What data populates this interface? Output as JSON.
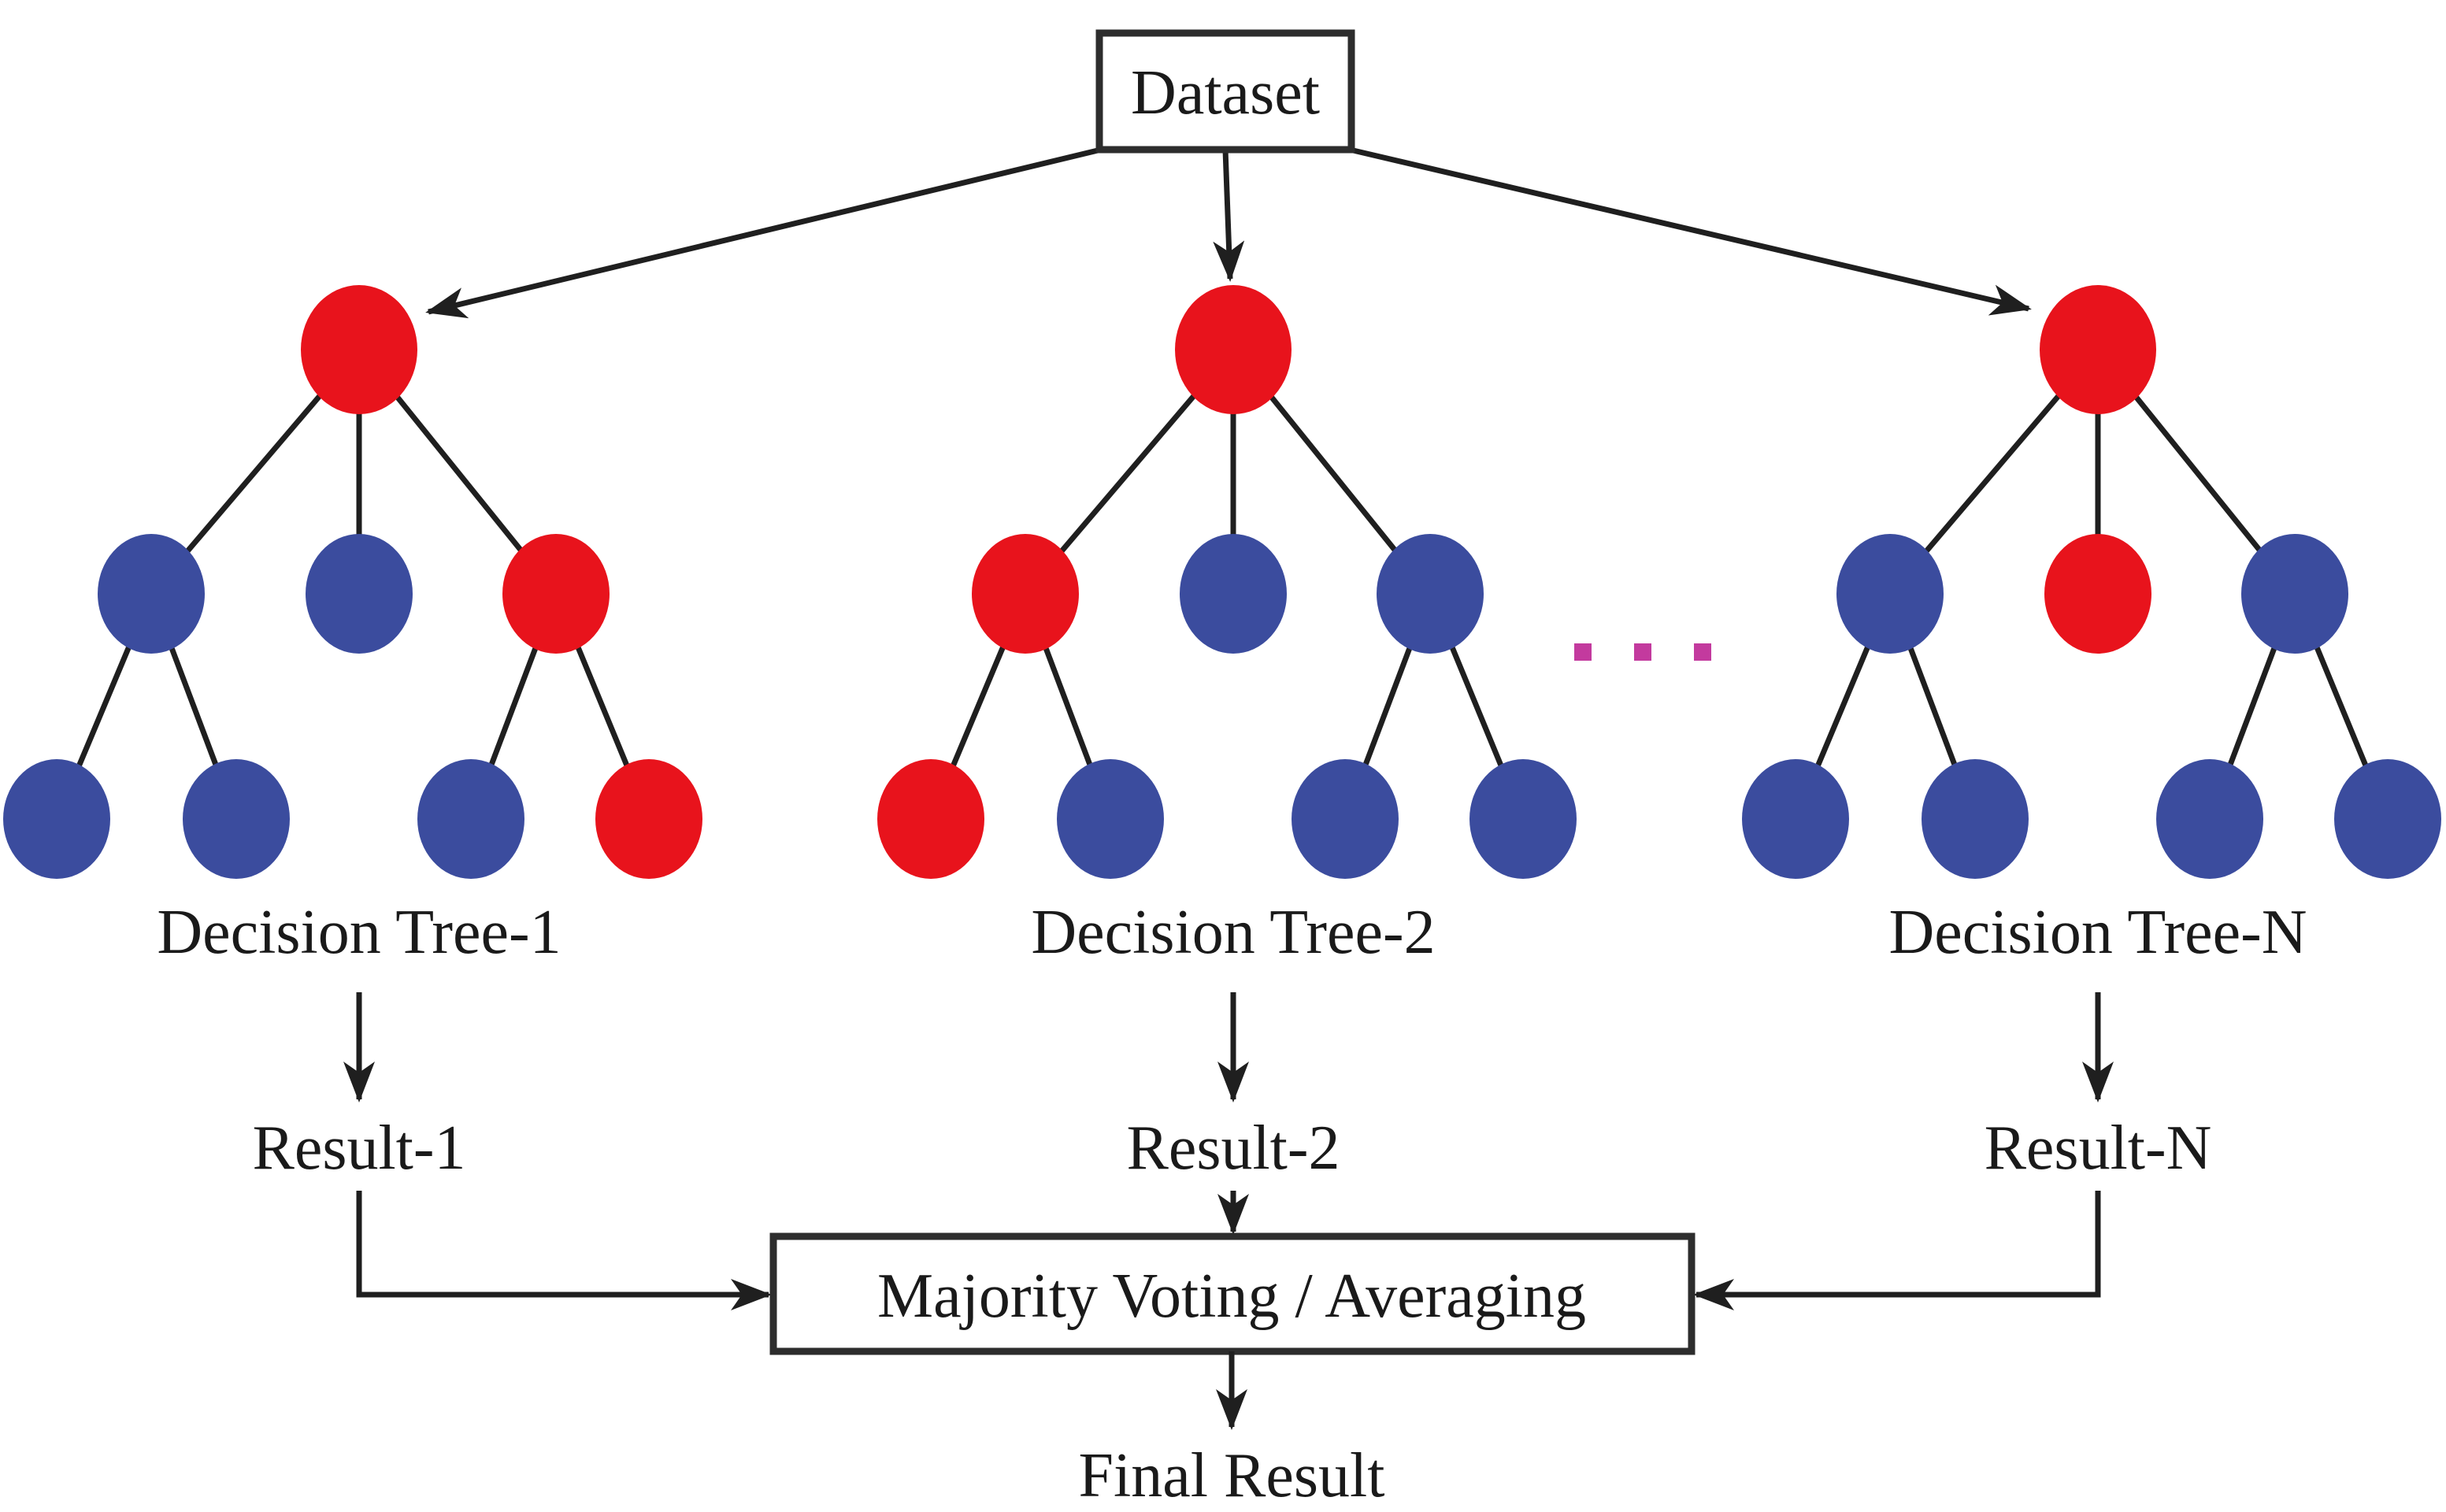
{
  "diagram": {
    "dataset_box": {
      "label": "Dataset"
    },
    "voting_box": {
      "label": "Majority Voting / Averaging"
    },
    "final_result_label": "Final Result",
    "colors": {
      "red": "#e8131c",
      "blue": "#3b4c9e",
      "magenta": "#c33a9e",
      "line": "#1f1f1f",
      "text": "#1a1a1a",
      "box_border": "#2d2d2d",
      "background": "#ffffff"
    },
    "ellipsis_dots": {
      "count": 3,
      "color": "#c33a9e"
    },
    "trees": [
      {
        "id": "tree-1",
        "label": "Decision Tree-1",
        "result_label": "Result-1",
        "flow": "elbow-into-left-side-of-voting-box",
        "root_color": "red",
        "middle_colors": [
          "blue",
          "blue",
          "red"
        ],
        "bottom_colors": [
          "blue",
          "blue",
          "blue",
          "red"
        ]
      },
      {
        "id": "tree-2",
        "label": "Decision Tree-2",
        "result_label": "Result-2",
        "flow": "straight-down-into-voting-box-top",
        "root_color": "red",
        "middle_colors": [
          "red",
          "blue",
          "blue"
        ],
        "bottom_colors": [
          "red",
          "blue",
          "blue",
          "blue"
        ]
      },
      {
        "id": "tree-N",
        "label": "Decision Tree-N",
        "result_label": "Result-N",
        "flow": "elbow-into-right-side-of-voting-box",
        "root_color": "red",
        "middle_colors": [
          "blue",
          "red",
          "blue"
        ],
        "bottom_colors": [
          "blue",
          "blue",
          "blue",
          "blue"
        ]
      }
    ]
  }
}
